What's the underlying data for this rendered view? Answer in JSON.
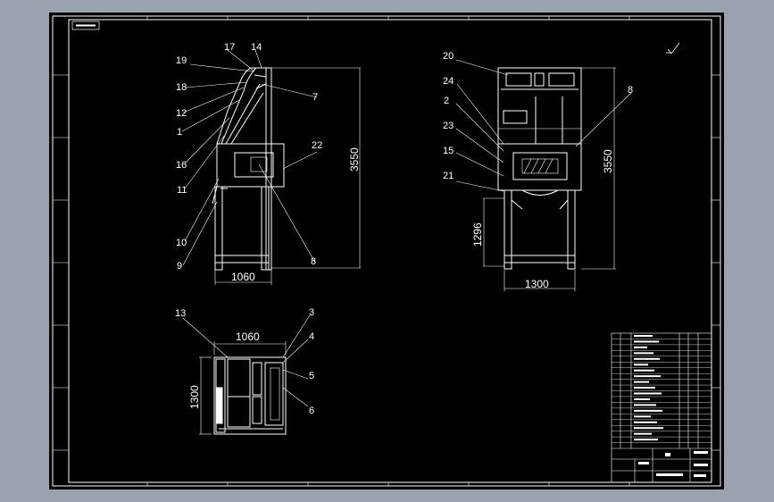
{
  "views": {
    "side": {
      "width_dim": "1060",
      "height_dim": "3550",
      "callouts": [
        "19",
        "18",
        "12",
        "1",
        "16",
        "11",
        "10",
        "9",
        "17",
        "14",
        "7",
        "22",
        "8"
      ]
    },
    "front": {
      "width_dim": "1300",
      "height_dim": "3550",
      "lower_dim": "1296",
      "callouts": [
        "20",
        "24",
        "2",
        "23",
        "15",
        "21",
        "8"
      ]
    },
    "top": {
      "width_dim": "1060",
      "height_dim": "1300",
      "callouts": [
        "13",
        "3",
        "4",
        "5",
        "6"
      ]
    }
  },
  "title_block": {
    "table_rows": 20
  }
}
